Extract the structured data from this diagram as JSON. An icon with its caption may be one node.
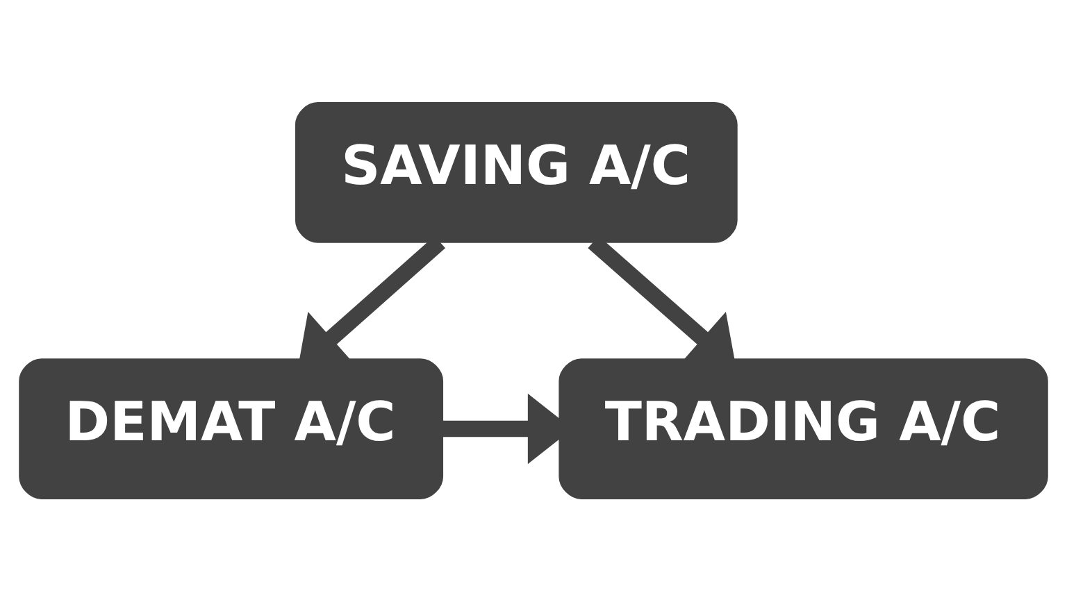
{
  "diagram": {
    "nodes": [
      {
        "text": [
          "SAVING A/C"
        ]
      },
      {
        "text": [
          "DEMAT A/C"
        ]
      },
      {
        "text": [
          "TRADING A/C"
        ]
      }
    ],
    "edges": [
      {
        "from": 0,
        "to": 1,
        "arrow": "to"
      },
      {
        "from": 0,
        "to": 2,
        "arrow": "to"
      },
      {
        "from": 1,
        "to": 2,
        "arrow": "to"
      }
    ]
  }
}
